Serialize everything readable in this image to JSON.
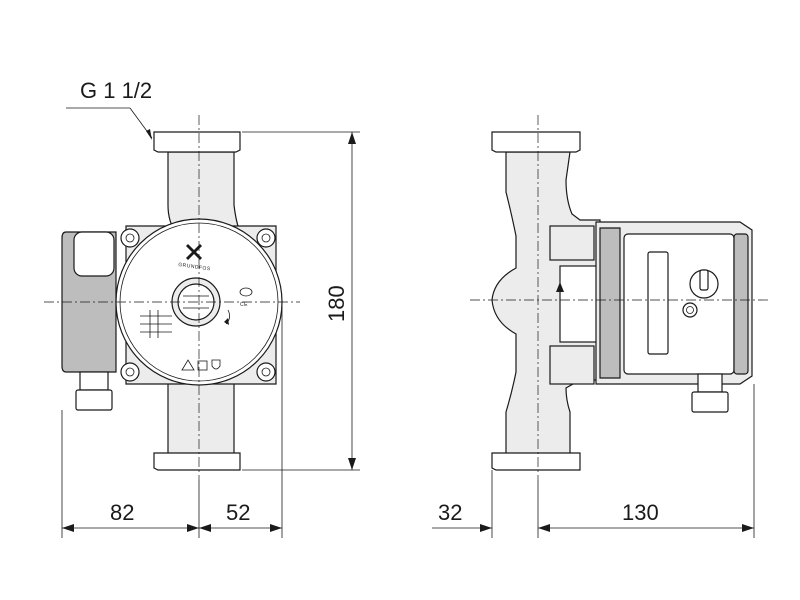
{
  "labels": {
    "thread": "G 1 1/2",
    "height": "180",
    "front_left": "82",
    "front_right": "52",
    "side_left": "32",
    "side_right": "130"
  },
  "nameplate": {
    "brand": "GRUNDFOS",
    "ce_mark": "CE"
  }
}
